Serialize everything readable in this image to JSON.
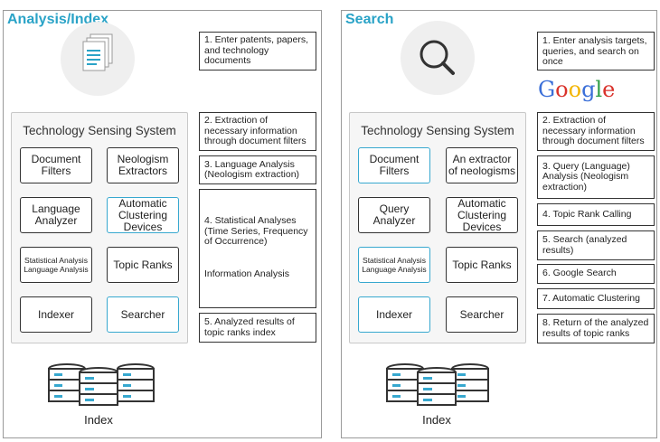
{
  "left": {
    "title": "Analysis/Index",
    "system_title": "Technology Sensing System",
    "nodes": {
      "document_filters": "Document Filters",
      "neologism_extractors": "Neologism Extractors",
      "language_analyzer": "Language Analyzer",
      "automatic_clustering": "Automatic Clustering Devices",
      "statistical_analysis": "Statistical Analysis Language Analysis",
      "topic_ranks": "Topic Ranks",
      "indexer": "Indexer",
      "searcher": "Searcher"
    },
    "steps": [
      "1. Enter patents, papers, and technology documents",
      "2. Extraction of necessary information through document filters",
      "3. Language Analysis (Neologism extraction)",
      "4. Statistical Analyses (Time Series, Frequency of Occurrence)",
      "Information Analysis",
      "5. Analyzed results of topic ranks index"
    ],
    "index_label": "Index"
  },
  "right": {
    "title": "Search",
    "system_title": "Technology Sensing System",
    "google_letters": [
      "G",
      "o",
      "o",
      "g",
      "l",
      "e"
    ],
    "nodes": {
      "document_filters": "Document Filters",
      "neologism_extractor": "An extractor of neologisms",
      "query_analyzer": "Query Analyzer",
      "automatic_clustering": "Automatic Clustering Devices",
      "statistical_analysis": "Statistical Analysis Language Analysis",
      "topic_ranks": "Topic Ranks",
      "indexer": "Indexer",
      "searcher": "Searcher"
    },
    "steps": [
      "1. Enter analysis targets, queries, and search on once",
      "2. Extraction of necessary information through document filters",
      "3. Query (Language) Analysis (Neologism extraction)",
      "4. Topic Rank Calling",
      "5. Search (analyzed results)",
      "6. Google Search",
      "7. Automatic Clustering",
      "8. Return of the analyzed results of topic ranks"
    ],
    "index_label": "Index"
  },
  "colors": {
    "accent": "#2aa3c7",
    "google": [
      "#3b6fd8",
      "#d9322b",
      "#f3b500",
      "#3b6fd8",
      "#2f9e48",
      "#d9322b"
    ]
  }
}
